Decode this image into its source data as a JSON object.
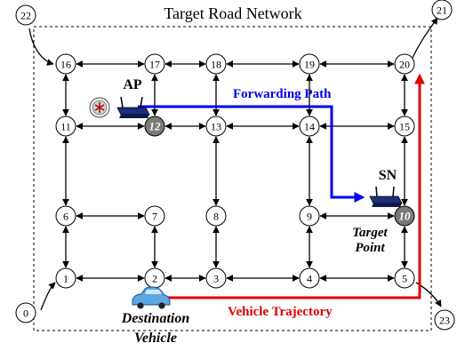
{
  "title": "Target Road Network",
  "labels": {
    "ap": "AP",
    "sn": "SN",
    "forwarding_path": "Forwarding Path",
    "vehicle_trajectory": "Vehicle Trajectory",
    "target_point_line1": "Target",
    "target_point_line2": "Point",
    "destination_line1": "Destination",
    "destination_line2": "Vehicle"
  },
  "colors": {
    "forwarding_path": "#0000ee",
    "vehicle_trajectory": "#e00000",
    "highlight_node": "#7a7a7a",
    "node_stroke": "#000000"
  },
  "nodes": [
    {
      "id": "1"
    },
    {
      "id": "2"
    },
    {
      "id": "3"
    },
    {
      "id": "4"
    },
    {
      "id": "5"
    },
    {
      "id": "6"
    },
    {
      "id": "7"
    },
    {
      "id": "8"
    },
    {
      "id": "9"
    },
    {
      "id": "10",
      "highlight": true
    },
    {
      "id": "11"
    },
    {
      "id": "12",
      "highlight": true
    },
    {
      "id": "13"
    },
    {
      "id": "14"
    },
    {
      "id": "15"
    },
    {
      "id": "16"
    },
    {
      "id": "17"
    },
    {
      "id": "18"
    },
    {
      "id": "19"
    },
    {
      "id": "20"
    },
    {
      "id": "0"
    },
    {
      "id": "21"
    },
    {
      "id": "22"
    },
    {
      "id": "23"
    }
  ],
  "icons": [
    "router-icon",
    "access-point-icon",
    "sensor-node-icon",
    "car-icon"
  ]
}
